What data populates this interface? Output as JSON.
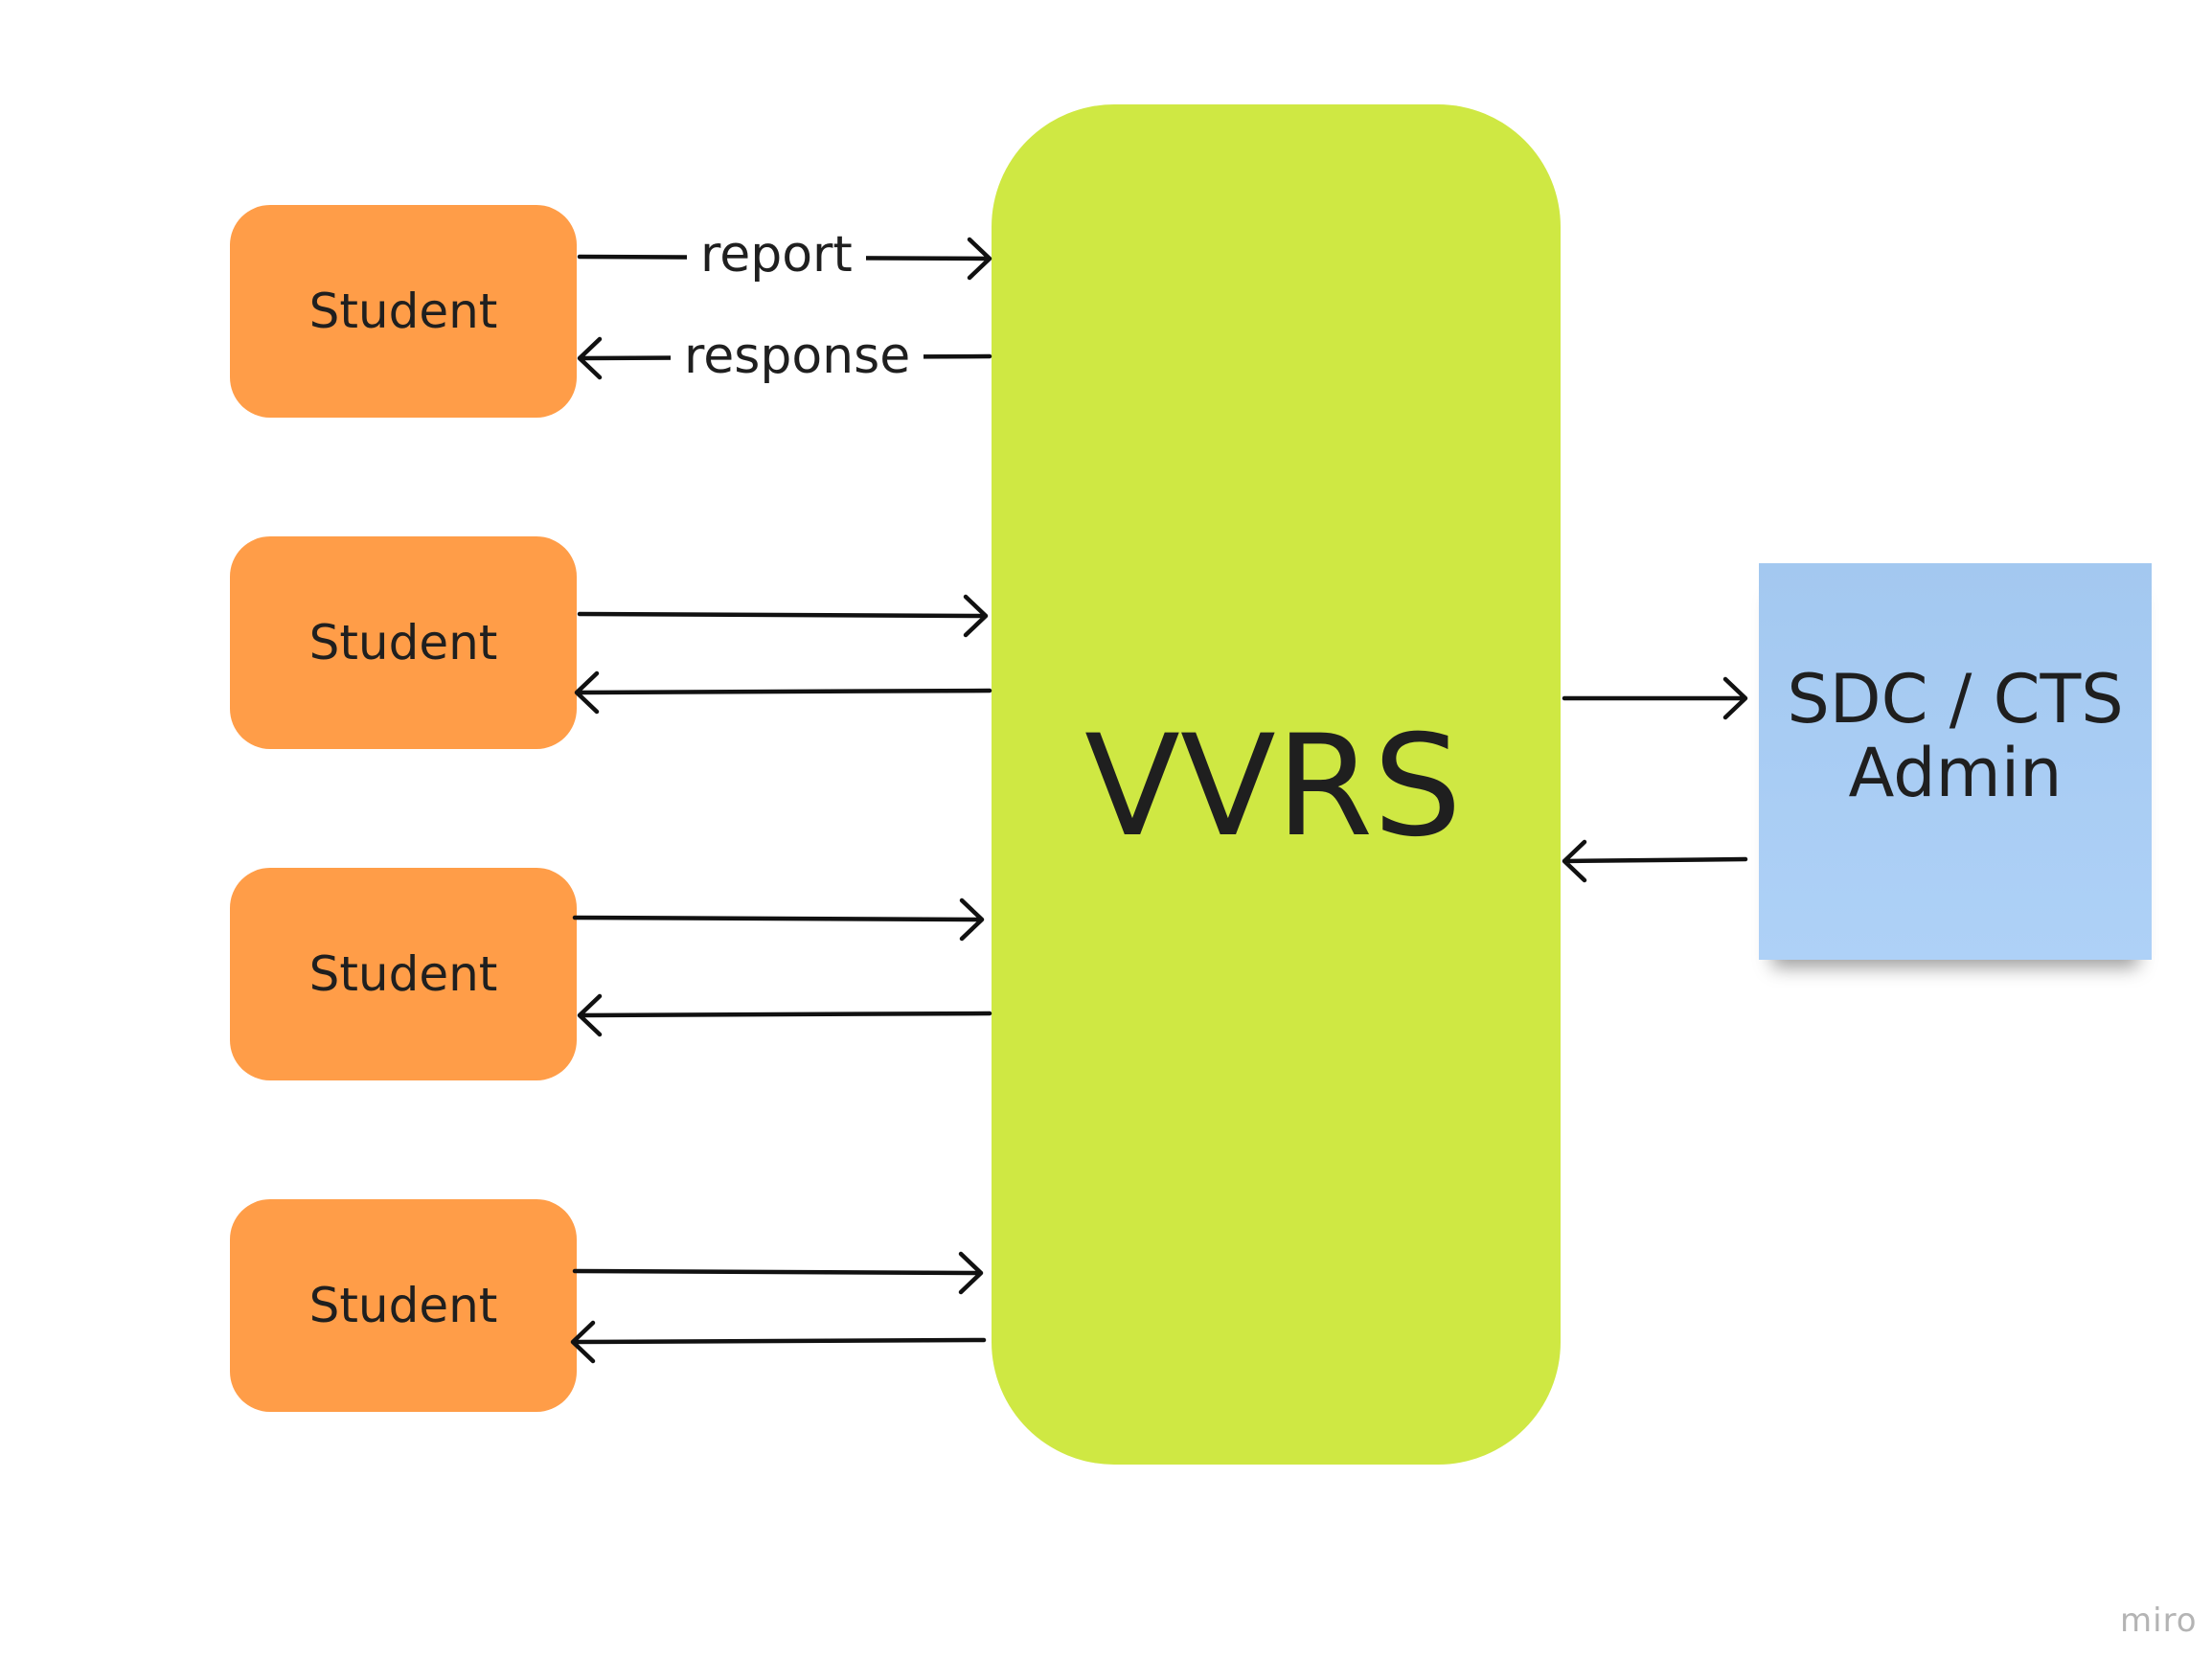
{
  "nodes": {
    "students": [
      {
        "label": "Student"
      },
      {
        "label": "Student"
      },
      {
        "label": "Student"
      },
      {
        "label": "Student"
      }
    ],
    "center": {
      "label": "VVRS"
    },
    "admin": {
      "line1": "SDC / CTS",
      "line2": "Admin"
    }
  },
  "edges": {
    "report_label": "report",
    "response_label": "response"
  },
  "branding": {
    "logo_text": "miro"
  },
  "colors": {
    "student_fill": "#ff9d48",
    "center_fill": "#cfe843",
    "sticky_fill": "#a9ccf4"
  }
}
